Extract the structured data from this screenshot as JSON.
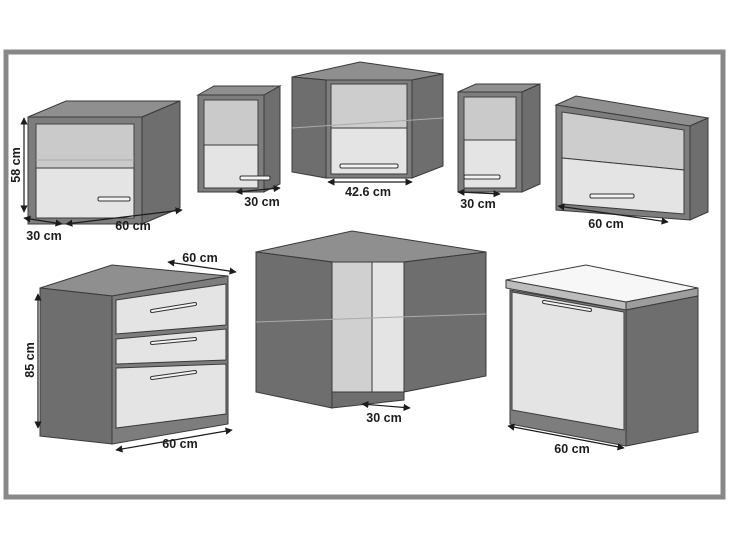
{
  "colors": {
    "frame": "#888888",
    "body_dark": "#7d7d7d",
    "body_side": "#6e6e6e",
    "top_surface": "#8f8f8f",
    "front_light": "#e4e4e4",
    "inner": "#a9a9a9",
    "outline": "#3a3a3a"
  },
  "labels": {
    "wall_left_height": "58 cm",
    "wall_left_depth": "30 cm",
    "wall_left_width": "60 cm",
    "tall_left_width": "30 cm",
    "corner_wall_width": "42.6 cm",
    "tall_right_width": "30 cm",
    "wall_right_width": "60 cm",
    "drawer_depth": "60 cm",
    "drawer_height": "85 cm",
    "drawer_width": "60 cm",
    "corner_base_depth": "30 cm",
    "door_base_width": "60 cm"
  }
}
